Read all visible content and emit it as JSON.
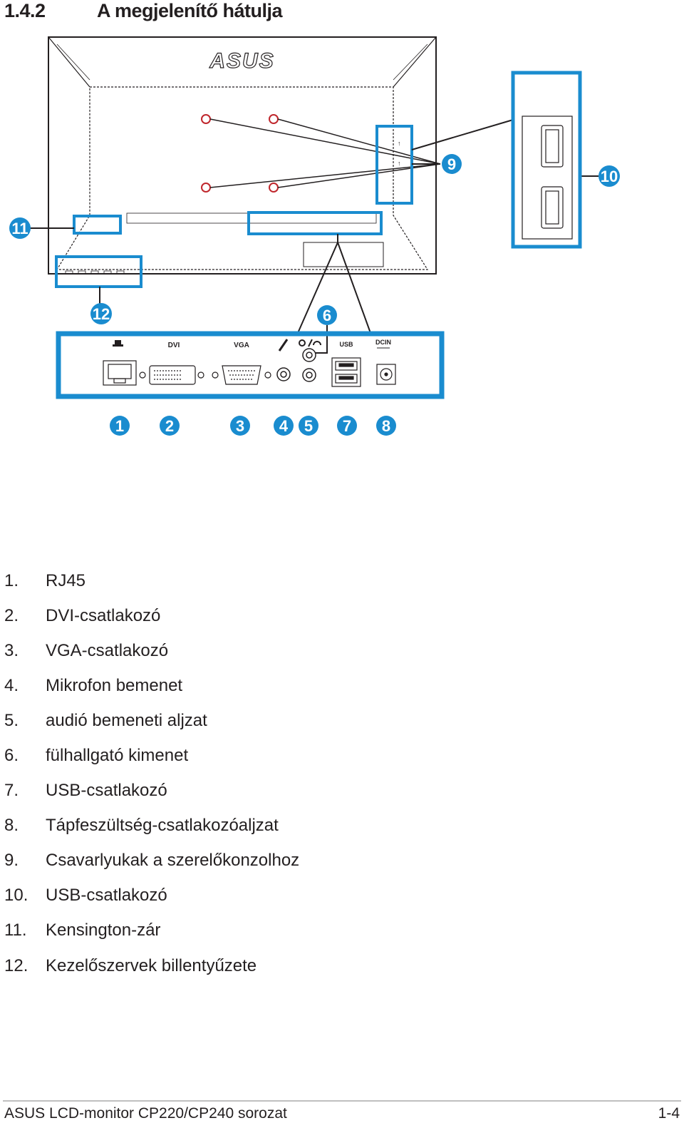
{
  "heading": {
    "number": "1.4.2",
    "title": "A megjelenítő hátulja"
  },
  "diagram": {
    "brand": "ASUS",
    "port_labels": {
      "dvi": "DVI",
      "vga": "VGA",
      "usb": "USB",
      "dcin": "DCIN"
    },
    "callouts": [
      "1",
      "2",
      "3",
      "4",
      "5",
      "6",
      "7",
      "8",
      "9",
      "10",
      "11",
      "12"
    ],
    "colors": {
      "accent": "#1a8ccf",
      "line": "#231f20"
    }
  },
  "items": [
    {
      "num": "1.",
      "label": "RJ45"
    },
    {
      "num": "2.",
      "label": "DVI-csatlakozó"
    },
    {
      "num": "3.",
      "label": "VGA-csatlakozó"
    },
    {
      "num": "4.",
      "label": "Mikrofon bemenet"
    },
    {
      "num": "5.",
      "label": "audió bemeneti aljzat"
    },
    {
      "num": "6.",
      "label": "fülhallgató kimenet"
    },
    {
      "num": "7.",
      "label": "USB-csatlakozó"
    },
    {
      "num": "8.",
      "label": "Tápfeszültség-csatlakozóaljzat"
    },
    {
      "num": "9.",
      "label": "Csavarlyukak a szerelőkonzolhoz"
    },
    {
      "num": "10.",
      "label": "USB-csatlakozó"
    },
    {
      "num": "11.",
      "label": "Kensington-zár"
    },
    {
      "num": "12.",
      "label": "Kezelőszervek billentyűzete"
    }
  ],
  "footer": {
    "left": "ASUS LCD-monitor CP220/CP240 sorozat",
    "right": "1-4"
  }
}
